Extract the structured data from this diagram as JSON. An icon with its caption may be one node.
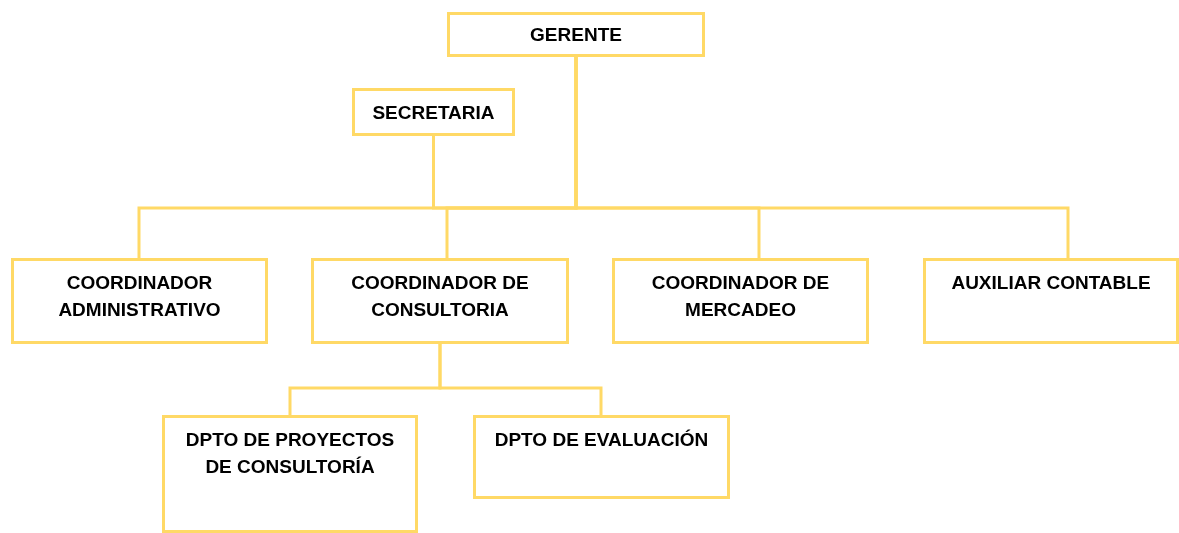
{
  "diagram": {
    "nodes": [
      {
        "text": [
          "GERENTE"
        ]
      },
      {
        "text": [
          "SECRETARIA"
        ]
      },
      {
        "text": [
          "COORDINADOR ADMINISTRATIVO"
        ]
      },
      {
        "text": [
          "COORDINADOR DE CONSULTORIA"
        ]
      },
      {
        "text": [
          "COORDINADOR DE MERCADEO"
        ]
      },
      {
        "text": [
          "AUXILIAR CONTABLE"
        ]
      },
      {
        "text": [
          "DPTO DE PROYECTOS DE CONSULTORÍA"
        ]
      },
      {
        "text": [
          "DPTO DE EVALUACIÓN"
        ]
      }
    ],
    "edges": [
      {
        "from": 0,
        "to": 1,
        "arrow": "none"
      },
      {
        "from": 0,
        "to": 2,
        "arrow": "none"
      },
      {
        "from": 0,
        "to": 3,
        "arrow": "none"
      },
      {
        "from": 0,
        "to": 4,
        "arrow": "none"
      },
      {
        "from": 0,
        "to": 5,
        "arrow": "none"
      },
      {
        "from": 3,
        "to": 6,
        "arrow": "none"
      },
      {
        "from": 3,
        "to": 7,
        "arrow": "none"
      }
    ]
  }
}
